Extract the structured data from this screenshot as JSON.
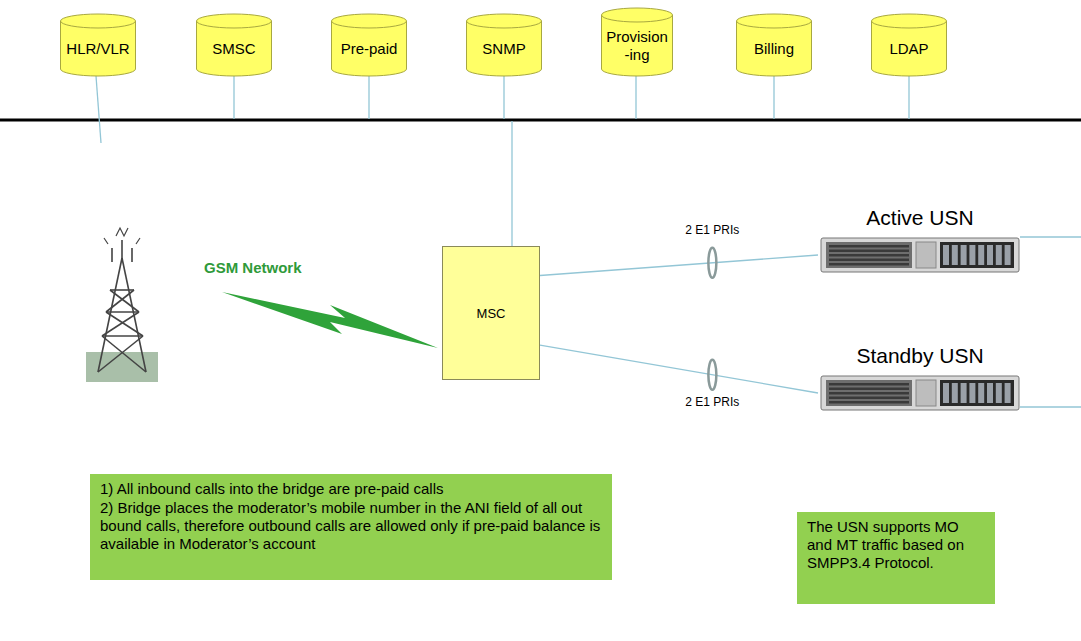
{
  "diagram": {
    "nodes": [
      {
        "text": [
          "HLR/VLR"
        ]
      },
      {
        "text": [
          "SMSC"
        ]
      },
      {
        "text": [
          "Pre-paid"
        ]
      },
      {
        "text": [
          "SNMP"
        ]
      },
      {
        "text": [
          "Provision -ing"
        ]
      },
      {
        "text": [
          "Billing"
        ]
      },
      {
        "text": [
          "LDAP"
        ]
      },
      {
        "text": [
          "MSC"
        ]
      },
      {
        "text": [
          "Active USN"
        ]
      },
      {
        "text": [
          "Standby USN"
        ]
      },
      {
        "text": [
          "1) All inbound calls into the bridge are pre-paid calls",
          "2) Bridge places the moderator’s mobile number in the ANI field of all out bound calls, therefore outbound calls are allowed only if pre-paid balance is available in Moderator’s account"
        ]
      },
      {
        "text": [
          "The USN supports MO and MT traffic based on SMPP3.4 Protocol."
        ]
      }
    ],
    "edges": [
      {
        "from": 7,
        "to": 8,
        "label": "2 E1 PRIs",
        "arrow": "none"
      },
      {
        "from": 7,
        "to": 9,
        "label": "2 E1 PRIs",
        "arrow": "none"
      }
    ],
    "labels": [
      "GSM Network"
    ]
  }
}
